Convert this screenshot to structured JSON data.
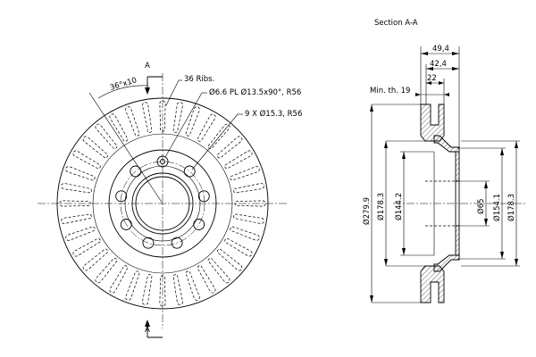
{
  "section_title": "Section A-A",
  "section_marker": "A",
  "front_view": {
    "angle_label": "36°x10",
    "ribs_label": "36 Ribs.",
    "small_hole_label": "Ø6.6 PL Ø13.5x90°, R56",
    "bolt_hole_label": "9 X Ø15.3, R56",
    "rib_count": 36
  },
  "section_view": {
    "width_total": "49,4",
    "width_mid": "42,4",
    "width_hat": "22",
    "min_thickness": "Min. th. 19",
    "dia_outer": "Ø279.9",
    "dia_inner_left": "Ø178.3",
    "dia_hat_left": "Ø144.2",
    "dia_bore": "Ø65",
    "dia_pcd": "Ø154.1",
    "dia_inner_right": "Ø178.3"
  }
}
